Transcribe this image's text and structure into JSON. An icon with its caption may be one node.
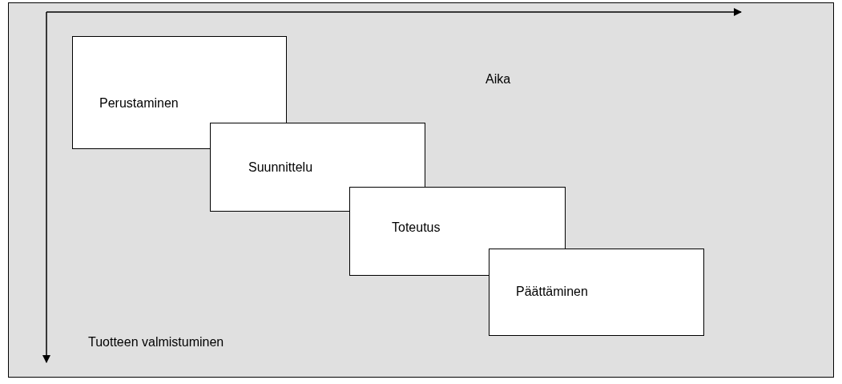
{
  "diagram": {
    "nodes": [
      {
        "text": [
          "Perustaminen"
        ]
      },
      {
        "text": [
          "Suunnittelu"
        ]
      },
      {
        "text": [
          "Toteutus"
        ]
      },
      {
        "text": [
          "Päättäminen"
        ]
      }
    ],
    "edges": [],
    "labels": [
      "Aika",
      "Tuotteen valmistuminen"
    ]
  }
}
